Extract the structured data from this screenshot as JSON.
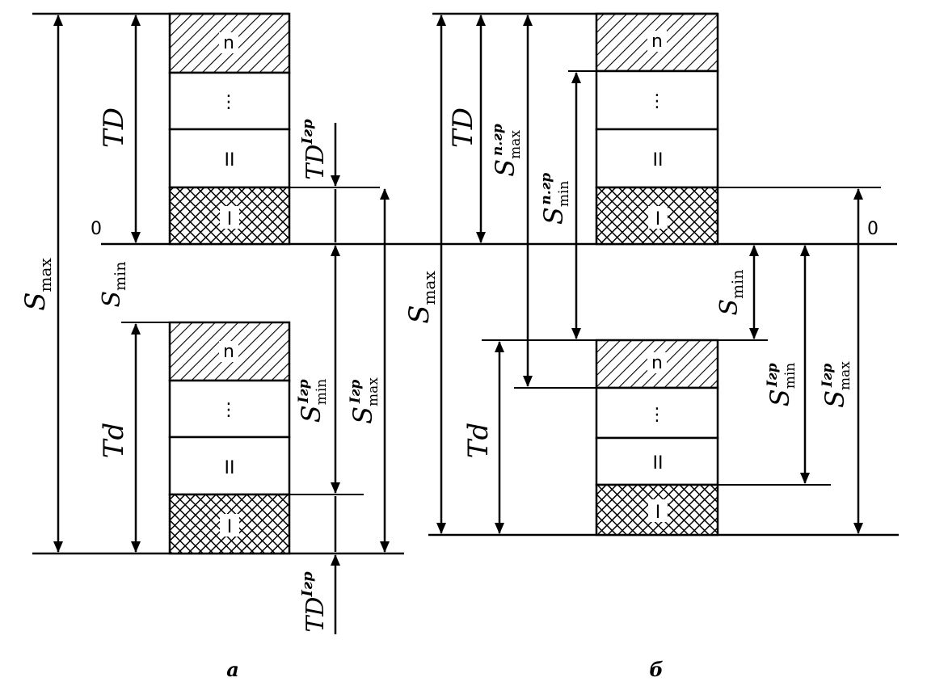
{
  "zone_labels": {
    "n": "n",
    "dots": "⋮",
    "two": "II",
    "one": "I"
  },
  "panel_a": {
    "caption": "а",
    "zero": "0",
    "S_max": {
      "base": "S",
      "sub": "max"
    },
    "S_min": {
      "base": "S",
      "sub": "min"
    },
    "TD": "TD",
    "Td": "Td",
    "TD_Igr_top": {
      "base": "TD",
      "sup": "Iгр"
    },
    "TD_Igr_bottom": {
      "base": "TD",
      "sup": "Iгр"
    },
    "S_min_Igr": {
      "base": "S",
      "sub": "min",
      "sup": "Iгр"
    },
    "S_max_Igr": {
      "base": "S",
      "sub": "max",
      "sup": "Iгр"
    }
  },
  "panel_b": {
    "caption": "б",
    "zero": "0",
    "S_max": {
      "base": "S",
      "sub": "max"
    },
    "S_min": {
      "base": "S",
      "sub": "min"
    },
    "TD": "TD",
    "Td": "Td",
    "S_max_ngr": {
      "base": "S",
      "sub": "max",
      "sup": "n.гр"
    },
    "S_min_ngr": {
      "base": "S",
      "sub": "min",
      "sup": "n.гр"
    },
    "S_min_Igr": {
      "base": "S",
      "sub": "min",
      "sup": "Iгр"
    },
    "S_max_Igr": {
      "base": "S",
      "sub": "max",
      "sup": "Iгр"
    }
  }
}
